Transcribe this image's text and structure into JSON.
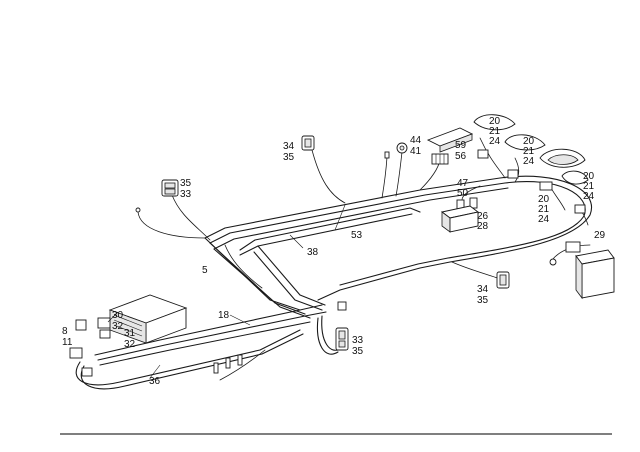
{
  "callouts": [
    {
      "id": "c-34-35-top",
      "lines": [
        "34",
        "35"
      ]
    },
    {
      "id": "c-35-33-left",
      "lines": [
        "35",
        "33"
      ]
    },
    {
      "id": "c-44-41",
      "lines": [
        "44",
        "41"
      ]
    },
    {
      "id": "c-59-56",
      "lines": [
        "59",
        "56"
      ]
    },
    {
      "id": "c-20-21-24-a",
      "lines": [
        "20",
        "21",
        "24"
      ]
    },
    {
      "id": "c-20-21-24-b",
      "lines": [
        "20",
        "21",
        "24"
      ]
    },
    {
      "id": "c-20-21-24-c",
      "lines": [
        "20",
        "21",
        "24"
      ]
    },
    {
      "id": "c-20-21-24-d",
      "lines": [
        "20",
        "21",
        "24"
      ]
    },
    {
      "id": "c-47-50",
      "lines": [
        "47",
        "50"
      ]
    },
    {
      "id": "c-26-28",
      "lines": [
        "26",
        "28"
      ]
    },
    {
      "id": "c-53",
      "lines": [
        "53"
      ]
    },
    {
      "id": "c-38",
      "lines": [
        "38"
      ]
    },
    {
      "id": "c-5",
      "lines": [
        "5"
      ]
    },
    {
      "id": "c-29",
      "lines": [
        "29"
      ]
    },
    {
      "id": "c-34-35-right",
      "lines": [
        "34",
        "35"
      ]
    },
    {
      "id": "c-18",
      "lines": [
        "18"
      ]
    },
    {
      "id": "c-30-32",
      "lines": [
        "30",
        "32"
      ]
    },
    {
      "id": "c-31-32",
      "lines": [
        "31",
        "32"
      ]
    },
    {
      "id": "c-8-11",
      "lines": [
        "8",
        "11"
      ]
    },
    {
      "id": "c-33-35-bottom",
      "lines": [
        "33",
        "35"
      ]
    },
    {
      "id": "c-36",
      "lines": [
        "36"
      ]
    }
  ]
}
